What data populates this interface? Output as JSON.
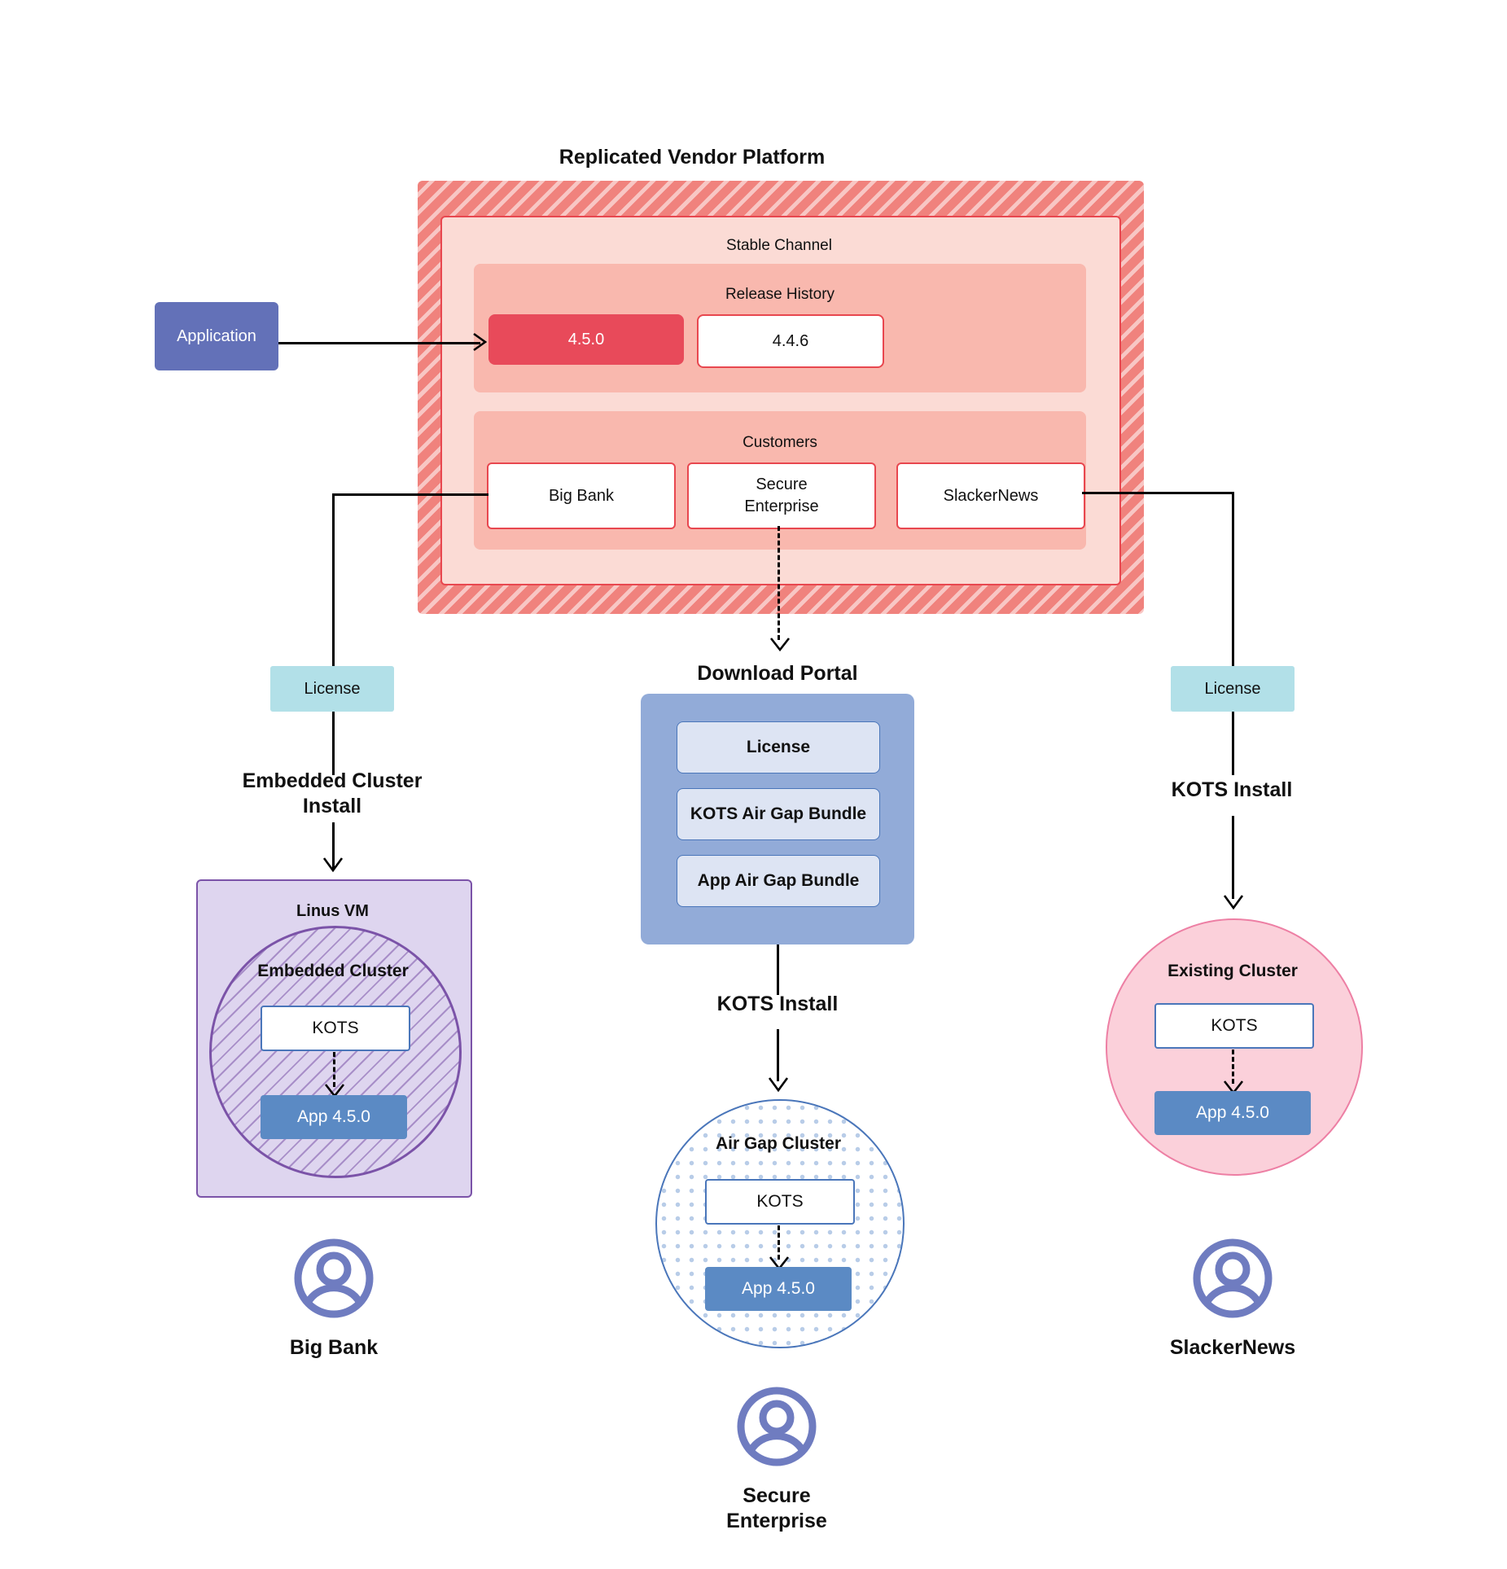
{
  "diagram": {
    "title": "Replicated Vendor Platform",
    "application": {
      "label": "Application"
    },
    "platform": {
      "channel_title": "Stable Channel",
      "release_history": {
        "title": "Release History",
        "releases": [
          {
            "version": "4.5.0",
            "state": "current"
          },
          {
            "version": "4.4.6",
            "state": "previous"
          }
        ]
      },
      "customers": {
        "title": "Customers",
        "items": [
          {
            "name": "Big Bank"
          },
          {
            "name": "Secure\nEnterprise"
          },
          {
            "name": "SlackerNews"
          }
        ]
      }
    },
    "branches": {
      "left": {
        "license_label": "License",
        "install_label": "Embedded Cluster\nInstall",
        "vm_title": "Linus VM",
        "cluster_title": "Embedded Cluster",
        "kots_label": "KOTS",
        "app_label": "App 4.5.0",
        "persona": "Big Bank"
      },
      "center": {
        "portal_title": "Download  Portal",
        "portal_items": [
          {
            "label": "License"
          },
          {
            "label": "KOTS Air Gap Bundle"
          },
          {
            "label": "App Air Gap Bundle"
          }
        ],
        "install_label": "KOTS Install",
        "cluster_title": "Air Gap Cluster",
        "kots_label": "KOTS",
        "app_label": "App 4.5.0",
        "persona": "Secure\nEnterprise"
      },
      "right": {
        "license_label": "License",
        "install_label": "KOTS Install",
        "cluster_title": "Existing Cluster",
        "kots_label": "KOTS",
        "app_label": "App 4.5.0",
        "persona": "SlackerNews"
      }
    },
    "colors": {
      "platform_hatch": "#f0827d",
      "channel_bg": "#fbdbd5",
      "section_bg": "#f9b8ae",
      "release_current": "#e84a5a",
      "accent_red": "#e8474f",
      "application": "#6371b8",
      "license": "#b2e0e8",
      "portal": "#92abd8",
      "portal_item": "#dde4f3",
      "vm": "#ded5ef",
      "vm_border": "#7b53a8",
      "airgap_border": "#4a76ba",
      "existing": "#fbd0da",
      "existing_border": "#ed7fa4",
      "app_version": "#5b8ac4",
      "avatar": "#6f7cc0"
    }
  }
}
